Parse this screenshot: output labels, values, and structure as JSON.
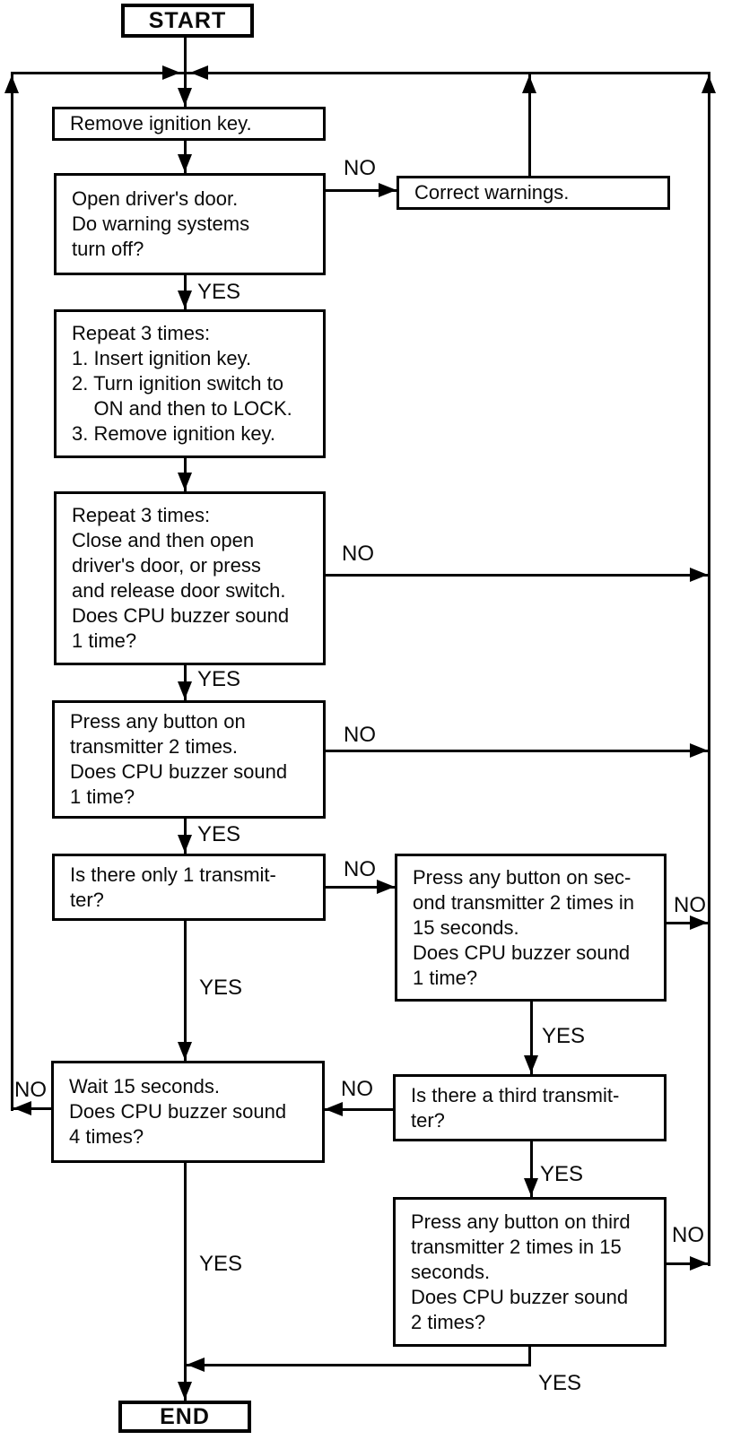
{
  "diagram": {
    "type": "flowchart",
    "line_color": "#000000",
    "background_color": "#ffffff",
    "labels": {
      "yes": "YES",
      "no": "NO"
    },
    "nodes": {
      "start": {
        "label": "START"
      },
      "remove_key": {
        "text": "Remove ignition key."
      },
      "open_door": {
        "text": "Open driver's door.\nDo warning systems\nturn off?"
      },
      "correct_warnings": {
        "text": "Correct warnings."
      },
      "repeat_ignition": {
        "text": "Repeat 3 times:\n1. Insert ignition key.\n2. Turn ignition switch to\n    ON and then to LOCK.\n3. Remove ignition key."
      },
      "repeat_door": {
        "text": "Repeat 3 times:\nClose and then open\ndriver's door, or press\nand release door switch.\nDoes CPU buzzer sound\n1 time?"
      },
      "press_transmitter": {
        "text": "Press any button on\ntransmitter 2 times.\nDoes CPU buzzer sound\n1 time?"
      },
      "one_transmitter": {
        "text": "Is there only 1 transmit-\nter?"
      },
      "second_transmitter": {
        "text": "Press any button on sec-\nond transmitter 2 times in\n15 seconds.\nDoes CPU buzzer sound\n1 time?"
      },
      "wait_15": {
        "text": "Wait 15 seconds.\nDoes CPU buzzer sound\n4 times?"
      },
      "third_transmitter_q": {
        "text": "Is there a third transmit-\nter?"
      },
      "third_transmitter": {
        "text": "Press any button on third\ntransmitter 2 times in 15\nseconds.\nDoes CPU buzzer sound\n2 times?"
      },
      "end": {
        "label": "END"
      }
    },
    "edges": [
      {
        "from": "start",
        "to": "remove_key",
        "label": ""
      },
      {
        "from": "remove_key",
        "to": "open_door",
        "label": ""
      },
      {
        "from": "open_door",
        "to": "correct_warnings",
        "label": "NO"
      },
      {
        "from": "correct_warnings",
        "to": "remove_key",
        "label": ""
      },
      {
        "from": "open_door",
        "to": "repeat_ignition",
        "label": "YES"
      },
      {
        "from": "repeat_ignition",
        "to": "repeat_door",
        "label": ""
      },
      {
        "from": "repeat_door",
        "to": "remove_key",
        "label": "NO"
      },
      {
        "from": "repeat_door",
        "to": "press_transmitter",
        "label": "YES"
      },
      {
        "from": "press_transmitter",
        "to": "remove_key",
        "label": "NO"
      },
      {
        "from": "press_transmitter",
        "to": "one_transmitter",
        "label": "YES"
      },
      {
        "from": "one_transmitter",
        "to": "second_transmitter",
        "label": "NO"
      },
      {
        "from": "one_transmitter",
        "to": "wait_15",
        "label": "YES"
      },
      {
        "from": "second_transmitter",
        "to": "remove_key",
        "label": "NO"
      },
      {
        "from": "second_transmitter",
        "to": "third_transmitter_q",
        "label": "YES"
      },
      {
        "from": "third_transmitter_q",
        "to": "wait_15",
        "label": "NO"
      },
      {
        "from": "third_transmitter_q",
        "to": "third_transmitter",
        "label": "YES"
      },
      {
        "from": "third_transmitter",
        "to": "remove_key",
        "label": "NO"
      },
      {
        "from": "third_transmitter",
        "to": "end",
        "label": "YES"
      },
      {
        "from": "wait_15",
        "to": "remove_key",
        "label": "NO"
      },
      {
        "from": "wait_15",
        "to": "end",
        "label": "YES"
      }
    ]
  }
}
